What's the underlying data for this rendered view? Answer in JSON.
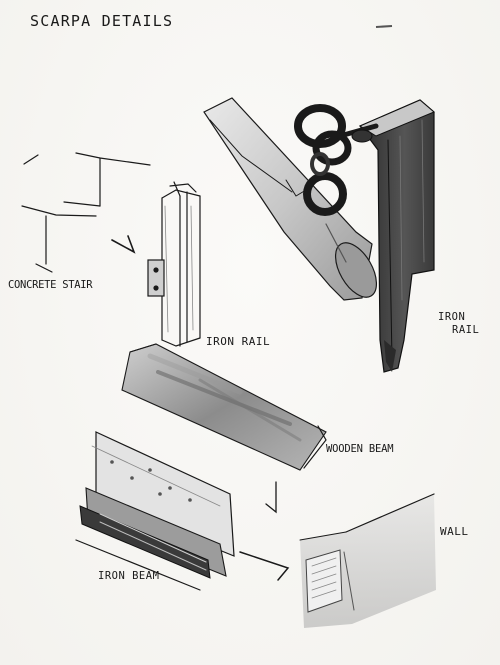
{
  "sketch": {
    "title": "SCARPA DETAILS",
    "labels": {
      "concrete_stair": "CONCRETE STAIR",
      "iron_rail_1": "IRON RAIL",
      "iron_rail_2_line1": "IRON",
      "iron_rail_2_line2": "RAIL",
      "wooden_beam": "WOODEN BEAM",
      "wall": "WALL",
      "iron_beam": "IRON BEAM"
    }
  }
}
